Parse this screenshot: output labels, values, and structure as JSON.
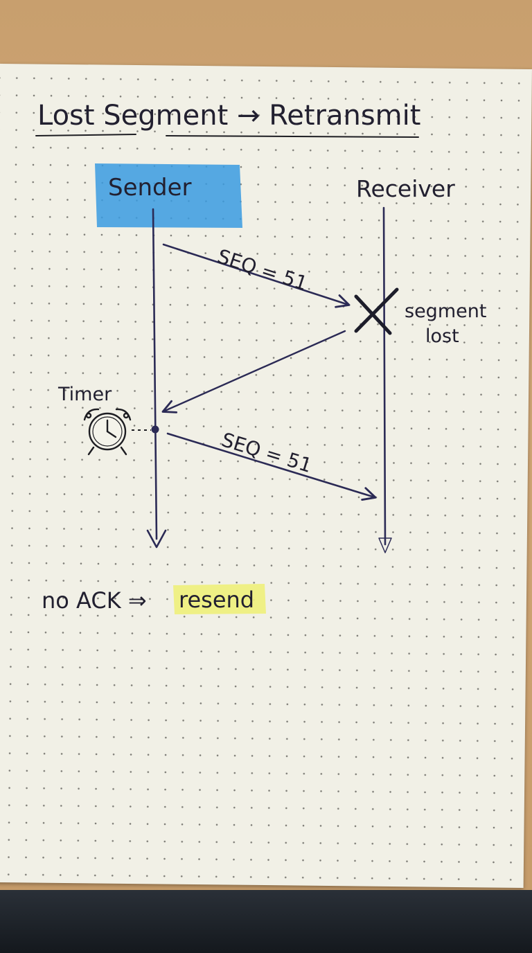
{
  "title": "Lost Segment → Retransmit",
  "sender": {
    "label": "Sender"
  },
  "receiver": {
    "label": "Receiver"
  },
  "messages": [
    {
      "label": "SEQ = 51"
    },
    {
      "label": "SEQ = 51"
    }
  ],
  "loss_note": {
    "line1": "segment",
    "line2": "lost"
  },
  "timer": {
    "label": "Timer"
  },
  "footer": {
    "prefix": "no ACK ⇒",
    "highlight": "resend"
  },
  "colors": {
    "ink": "#2b2a55",
    "sender_highlight": "#3a9be0",
    "resend_highlight": "#eef07a",
    "paper": "#f1f0e6"
  },
  "icons": {
    "timer": "alarm-clock-icon",
    "loss": "x-mark-icon"
  }
}
